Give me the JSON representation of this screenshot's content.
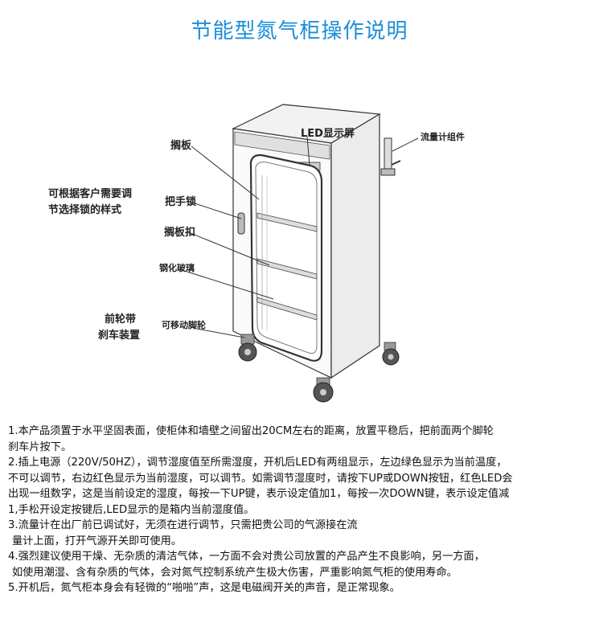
{
  "title": "节能型氮气柜操作说明",
  "labels": {
    "led": "LED显示屏",
    "flowmeter": "流量计组件",
    "shelf": "搁板",
    "lock": "把手锁",
    "shelf_clip": "搁板扣",
    "glass": "钢化玻璃",
    "casters": "可移动脚轮",
    "custom_lock_1": "可根据客户需要调",
    "custom_lock_2": "节选择锁的样式",
    "brake_1": "前轮带",
    "brake_2": "刹车装置"
  },
  "notes": {
    "n1_a": "1.本产品须置于水平坚固表面，使柜体和墙壁之间留出20CM左右的距离，放置平稳后，把前面两个脚轮",
    "n1_b": "刹车片按下。",
    "n2_a": "2.插上电源（220V/50HZ），调节湿度值至所需湿度，开机后LED有两组显示，左边绿色显示为当前温度，",
    "n2_b": "不可以调节，右边红色显示为当前湿度，可以调节。如需调节湿度时，请按下UP或DOWN按钮，红色LED会",
    "n2_c": "出现一组数字，这是当前设定的湿度，每按一下UP键，表示设定值加1，每按一次DOWN键，表示设定值减",
    "n2_d": "1,手松开设定按键后,LED显示的是箱内当前湿度值。",
    "n3_a": "3.流量计在出厂前已调试好，无须在进行调节，只需把贵公司的气源接在流",
    "n3_b": "量计上面，打开气源开关即可使用。",
    "n4_a": "4.强烈建议使用干燥、无杂质的清洁气体，一方面不会对贵公司放置的产品产生不良影响，另一方面，",
    "n4_b": "如使用潮湿、含有杂质的气体，会对氮气控制系统产生极大伤害，严重影响氮气柜的使用寿命。",
    "n5_a": "5.开机后，氮气柜本身会有轻微的“啪啪”声，这是电磁阀开关的声音，是正常现象。"
  }
}
